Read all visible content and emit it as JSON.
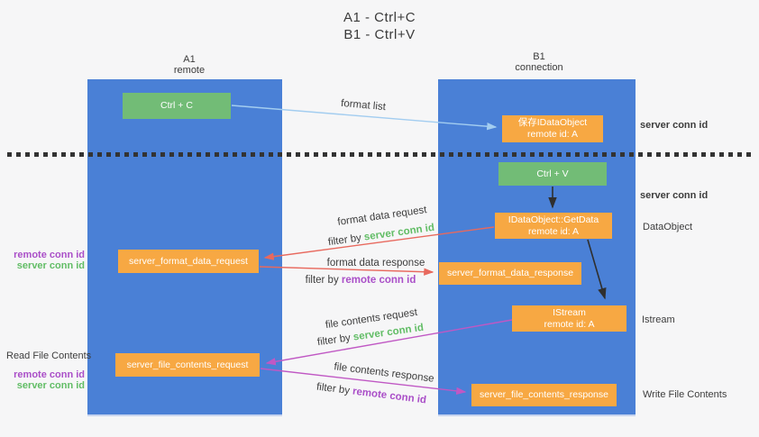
{
  "title": {
    "line1": "A1 - Ctrl+C",
    "line2": "B1 - Ctrl+V"
  },
  "lifelines": {
    "left": {
      "title": "A1",
      "subtitle": "remote"
    },
    "right": {
      "title": "B1",
      "subtitle": "connection"
    }
  },
  "nodes": {
    "ctrl_c": "Ctrl + C",
    "ctrl_v": "Ctrl + V",
    "save_obj_l1": "保存IDataObject",
    "save_obj_l2": "remote id: A",
    "getdata_l1": "IDataObject::GetData",
    "getdata_l2": "remote id: A",
    "istream_l1": "IStream",
    "istream_l2": "remote id: A",
    "format_request": "server_format_data_request",
    "format_response": "server_format_data_response",
    "file_request": "server_file_contents_request",
    "file_response": "server_file_contents_response"
  },
  "labels": {
    "format_list": "format list",
    "format_data_request": "format data request",
    "format_data_response": "format data response",
    "file_contents_request": "file contents request",
    "file_contents_response": "file contents response",
    "filter_by": "filter by",
    "server_conn_id": "server conn id",
    "remote_conn_id": "remote conn id",
    "dataobject": "DataObject",
    "istream": "Istream",
    "read_file_contents": "Read File Contents",
    "write_file_contents": "Write File Contents"
  },
  "colors": {
    "column_blue": "#4a80d6",
    "node_green": "#72bc76",
    "node_orange": "#f7a843",
    "arrow_blue": "#a3cdf0",
    "arrow_red": "#e8695e",
    "arrow_purple": "#c058c4",
    "arrow_black": "#2f2f2f",
    "text_green": "#62bd66",
    "text_purple": "#aa4fc8",
    "background": "#f6f6f7"
  }
}
